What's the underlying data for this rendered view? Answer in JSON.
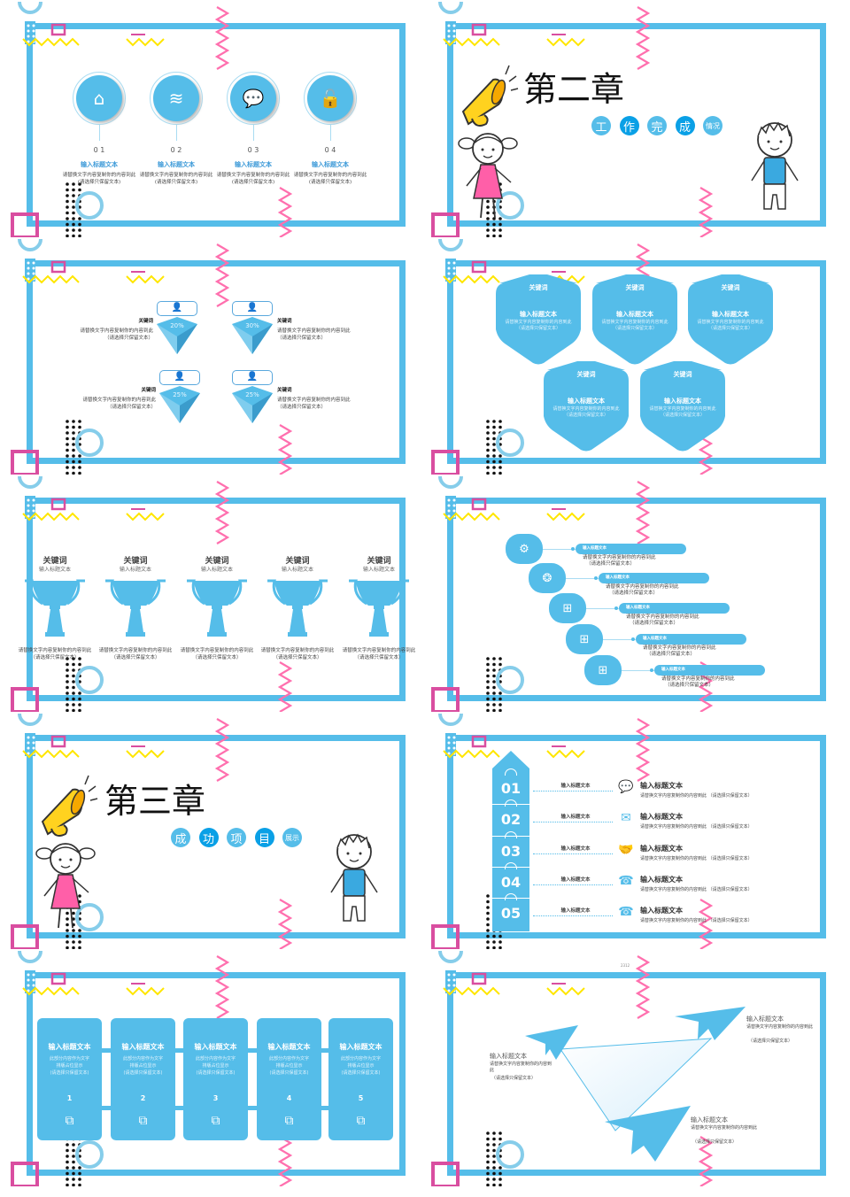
{
  "colors": {
    "frame": "#55bde9",
    "pink": "#ff6fae",
    "magenta": "#d94ea0",
    "yellow": "#ffe600",
    "ring": "#86cdea",
    "title_blue": "#3d9ad8"
  },
  "slide1": {
    "items": [
      {
        "num": "0 1",
        "icon": "home-icon",
        "title": "输入标题文本",
        "desc": "请替换文字内容复制你的内容到此",
        "note": "(请选择只保留文本)"
      },
      {
        "num": "0 2",
        "icon": "layers-icon",
        "title": "输入标题文本",
        "desc": "请替换文字内容复制你的内容到此",
        "note": "(请选择只保留文本)"
      },
      {
        "num": "0 3",
        "icon": "chat-icon",
        "title": "输入标题文本",
        "desc": "请替换文字内容复制你的内容到此",
        "note": "(请选择只保留文本)"
      },
      {
        "num": "0 4",
        "icon": "unlock-icon",
        "title": "输入标题文本",
        "desc": "请替换文字内容复制你的内容到此",
        "note": "(请选择只保留文本)"
      }
    ]
  },
  "slide2": {
    "chapter": "第二章",
    "chars": [
      "工",
      "作",
      "完",
      "成",
      "情况"
    ]
  },
  "slide3": {
    "items": [
      {
        "keyword": "关键词",
        "desc": "请替换文字内容复制你的内容到此",
        "note": "（请选择只保留文本）",
        "percent": "20%"
      },
      {
        "keyword": "关键词",
        "desc": "请替换文字内容复制你的内容到此",
        "note": "（请选择只保留文本）",
        "percent": "30%"
      },
      {
        "keyword": "关键词",
        "desc": "请替换文字内容复制你的内容到此",
        "note": "（请选择只保留文本）",
        "percent": "25%"
      },
      {
        "keyword": "关键词",
        "desc": "请替换文字内容复制你的内容到此",
        "note": "（请选择只保留文本）",
        "percent": "25%"
      }
    ]
  },
  "slide4": {
    "items": [
      {
        "keyword": "关键词",
        "title": "输入标题文本",
        "desc": "请替换文字内容复制你的内容到此",
        "note": "（请选择只保留文本）"
      },
      {
        "keyword": "关键词",
        "title": "输入标题文本",
        "desc": "请替换文字内容复制你的内容到此",
        "note": "（请选择只保留文本）"
      },
      {
        "keyword": "关键词",
        "title": "输入标题文本",
        "desc": "请替换文字内容复制你的内容到此",
        "note": "（请选择只保留文本）"
      },
      {
        "keyword": "关键词",
        "title": "输入标题文本",
        "desc": "请替换文字内容复制你的内容到此",
        "note": "（请选择只保留文本）"
      },
      {
        "keyword": "关键词",
        "title": "输入标题文本",
        "desc": "请替换文字内容复制你的内容到此",
        "note": "（请选择只保留文本）"
      }
    ]
  },
  "slide5": {
    "items": [
      {
        "keyword": "关键词",
        "title": "输入标题文本",
        "desc": "请替换文字内容复制你的内容到此",
        "note": "（请选择只保留文本）"
      },
      {
        "keyword": "关键词",
        "title": "输入标题文本",
        "desc": "请替换文字内容复制你的内容到此",
        "note": "（请选择只保留文本）"
      },
      {
        "keyword": "关键词",
        "title": "输入标题文本",
        "desc": "请替换文字内容复制你的内容到此",
        "note": "（请选择只保留文本）"
      },
      {
        "keyword": "关键词",
        "title": "输入标题文本",
        "desc": "请替换文字内容复制你的内容到此",
        "note": "（请选择只保留文本）"
      },
      {
        "keyword": "关键词",
        "title": "输入标题文本",
        "desc": "请替换文字内容复制你的内容到此",
        "note": "（请选择只保留文本）"
      }
    ]
  },
  "slide6": {
    "items": [
      {
        "icon": "gear-icon",
        "title": "输入标题文本",
        "desc": "请替换文字内容复制你的内容到此",
        "note": "（请选择只保留文本）"
      },
      {
        "icon": "aperture-icon",
        "title": "输入标题文本",
        "desc": "请替换文字内容复制你的内容到此",
        "note": "（请选择只保留文本）"
      },
      {
        "icon": "windows-icon",
        "title": "输入标题文本",
        "desc": "请替换文字内容复制你的内容到此",
        "note": "（请选择只保留文本）"
      },
      {
        "icon": "windows-icon",
        "title": "输入标题文本",
        "desc": "请替换文字内容复制你的内容到此",
        "note": "（请选择只保留文本）"
      },
      {
        "icon": "windows-icon",
        "title": "输入标题文本",
        "desc": "请替换文字内容复制你的内容到此",
        "note": "（请选择只保留文本）"
      }
    ]
  },
  "slide7": {
    "chapter": "第三章",
    "chars": [
      "成",
      "功",
      "项",
      "目",
      "展示"
    ]
  },
  "slide8": {
    "items": [
      {
        "num": "01",
        "label": "输入标题文本",
        "icon": "speech-bubble-icon",
        "title": "输入标题文本",
        "desc": "请替换文字内容复制你的内容到此 （请选择只保留文本）"
      },
      {
        "num": "02",
        "label": "输入标题文本",
        "icon": "mail-icon",
        "title": "输入标题文本",
        "desc": "请替换文字内容复制你的内容到此 （请选择只保留文本）"
      },
      {
        "num": "03",
        "label": "输入标题文本",
        "icon": "handshake-icon",
        "title": "输入标题文本",
        "desc": "请替换文字内容复制你的内容到此 （请选择只保留文本）"
      },
      {
        "num": "04",
        "label": "输入标题文本",
        "icon": "phone-24-icon",
        "title": "输入标题文本",
        "desc": "请替换文字内容复制你的内容到此 （请选择只保留文本）"
      },
      {
        "num": "05",
        "label": "输入标题文本",
        "icon": "phone-24-icon",
        "title": "输入标题文本",
        "desc": "请替换文字内容复制你的内容到此 （请选择只保留文本）"
      }
    ]
  },
  "slide9": {
    "items": [
      {
        "title": "输入标题文本",
        "lines": [
          "此部分内容作为文字",
          "排版占位显示",
          "(请选择只保留文本)"
        ],
        "num": "1"
      },
      {
        "title": "输入标题文本",
        "lines": [
          "此部分内容作为文字",
          "排版占位显示",
          "(请选择只保留文本)"
        ],
        "num": "2"
      },
      {
        "title": "输入标题文本",
        "lines": [
          "此部分内容作为文字",
          "排版占位显示",
          "(请选择只保留文本)"
        ],
        "num": "3"
      },
      {
        "title": "输入标题文本",
        "lines": [
          "此部分内容作为文字",
          "排版占位显示",
          "(请选择只保留文本)"
        ],
        "num": "4"
      },
      {
        "title": "输入标题文本",
        "lines": [
          "此部分内容作为文字",
          "排版占位显示",
          "(请选择只保留文本)"
        ],
        "num": "5"
      }
    ]
  },
  "slide10": {
    "small_label": "2312",
    "items": [
      {
        "title": "输入标题文本",
        "desc": "请替换文字内容复制你的内容到此",
        "note": "（请选择只保留文本）"
      },
      {
        "title": "输入标题文本",
        "desc": "请替换文字内容复制你的内容到此",
        "note": "（请选择只保留文本）"
      },
      {
        "title": "输入标题文本",
        "desc": "请替换文字内容复制你的内容到此",
        "note": "（请选择只保留文本）"
      }
    ]
  }
}
